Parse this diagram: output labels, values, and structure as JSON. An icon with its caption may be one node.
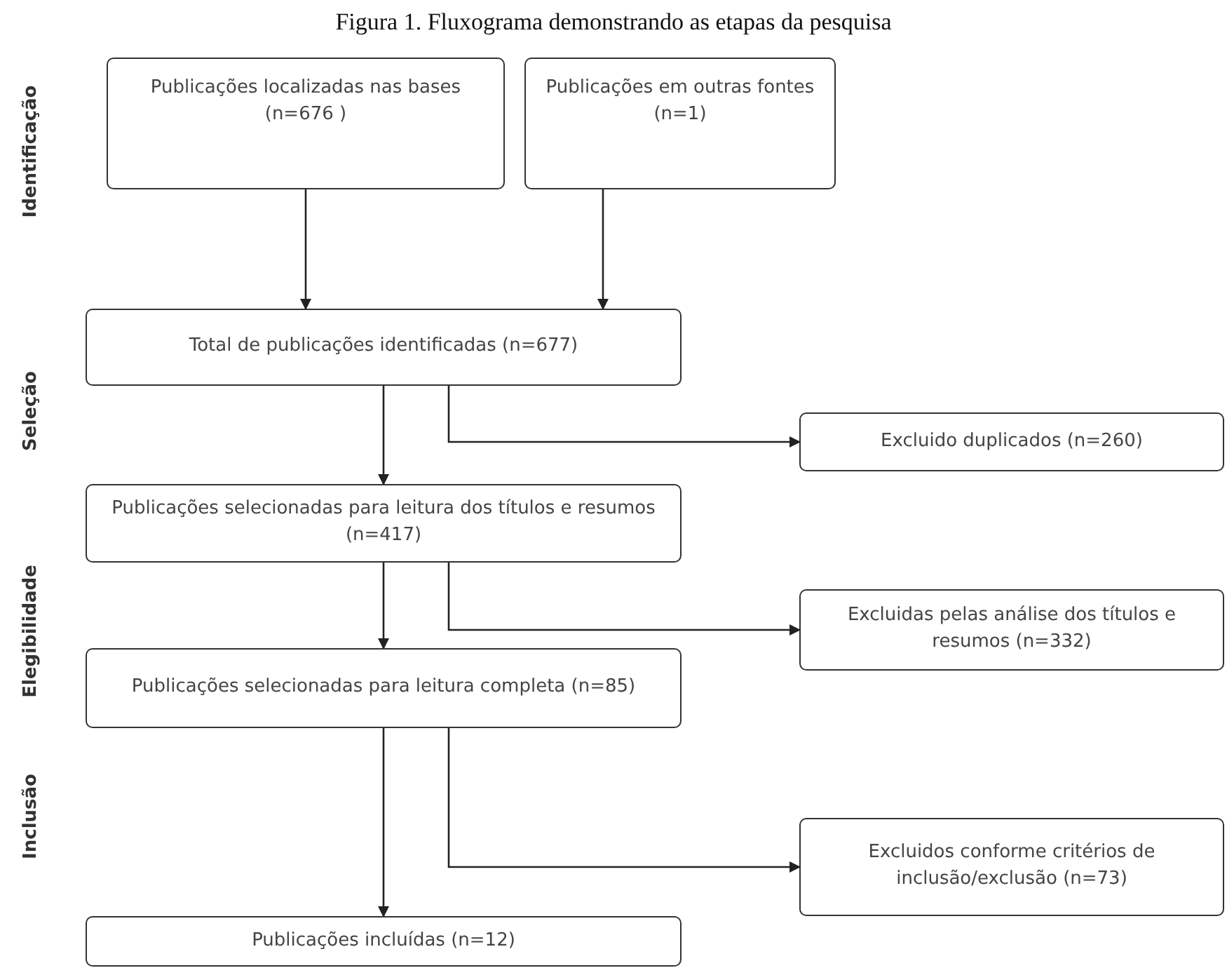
{
  "diagram": {
    "title": "Figura 1. Fluxograma demonstrando as etapas da pesquisa",
    "nodes": [
      {
        "text": [
          "Publicações localizadas nas bases (n=676 )"
        ]
      },
      {
        "text": [
          "Publicações em outras fontes (n=1)"
        ]
      },
      {
        "text": [
          "Total de publicações identificadas (n=677)"
        ]
      },
      {
        "text": [
          "Excluido duplicados (n=260)"
        ]
      },
      {
        "text": [
          "Publicações selecionadas para leitura dos títulos e resumos (n=417)"
        ]
      },
      {
        "text": [
          "Excluidas pelas análise dos títulos e resumos (n=332)"
        ]
      },
      {
        "text": [
          "Publicações selecionadas para leitura completa (n=85)"
        ]
      },
      {
        "text": [
          "Excluidos conforme critérios de inclusão/exclusão (n=73)"
        ]
      },
      {
        "text": [
          "Publicações incluídas (n=12)"
        ]
      }
    ],
    "edges": [
      {
        "from": 0,
        "to": 2,
        "arrow": "to"
      },
      {
        "from": 1,
        "to": 2,
        "arrow": "to"
      },
      {
        "from": 2,
        "to": 4,
        "arrow": "to"
      },
      {
        "from": 2,
        "to": 3,
        "arrow": "to"
      },
      {
        "from": 4,
        "to": 6,
        "arrow": "to"
      },
      {
        "from": 4,
        "to": 5,
        "arrow": "to"
      },
      {
        "from": 6,
        "to": 8,
        "arrow": "to"
      },
      {
        "from": 6,
        "to": 7,
        "arrow": "to"
      }
    ],
    "labels": [
      "Identificação",
      "Seleção",
      "Elegibilidade",
      "Inclusão"
    ]
  }
}
